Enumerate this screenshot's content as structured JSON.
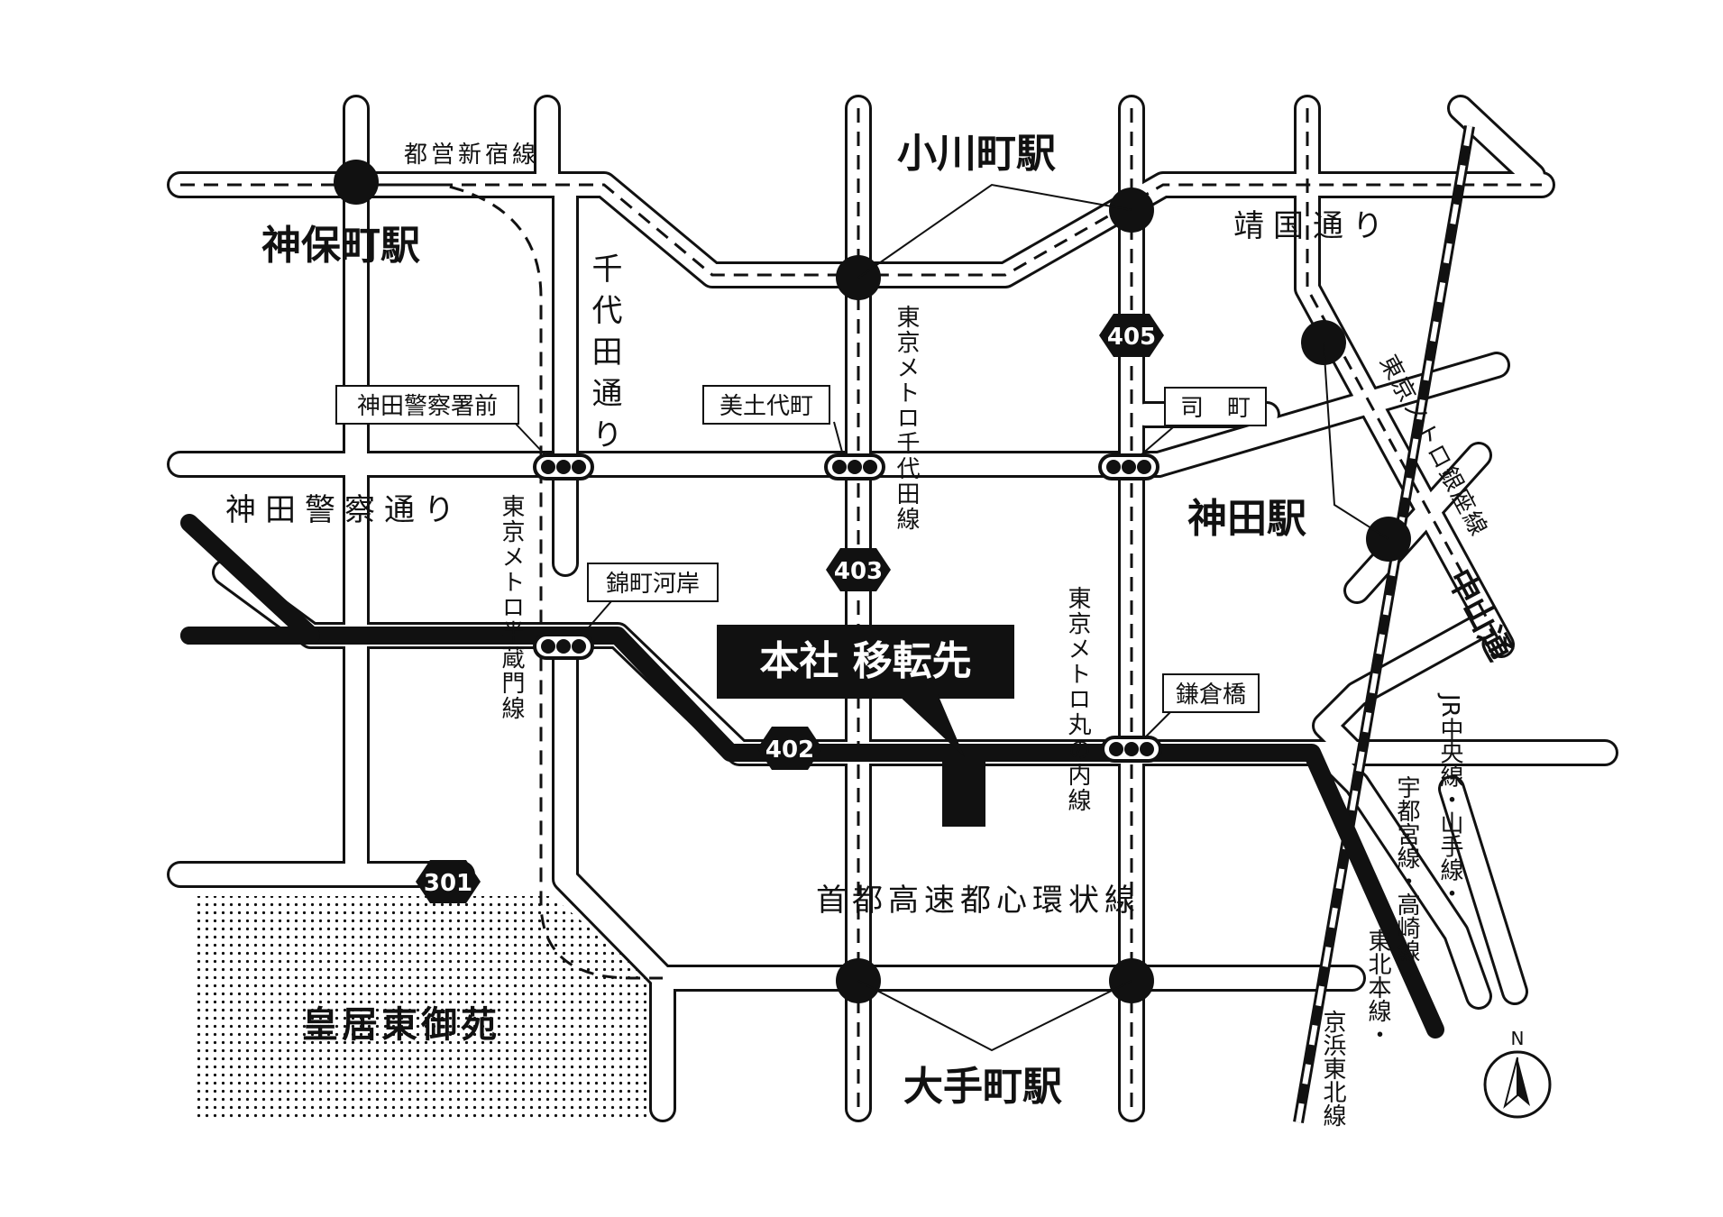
{
  "stations": {
    "jimbocho": "神保町駅",
    "ogawamachi": "小川町駅",
    "kanda": "神田駅",
    "otemachi": "大手町駅"
  },
  "streets": {
    "chiyoda_dori": "千代田通り",
    "yasukuni_dori": "靖国通り",
    "kanda_keisatsu_dori": "神田警察通り",
    "nakayama_dori": "中山通"
  },
  "intersections": {
    "kanda_keisatsusho_mae": "神田警察署前",
    "mitoshiro_cho": "美土代町",
    "tsukasa_cho": "司　町",
    "nishikicho_kashi": "錦町河岸",
    "kamakura_bashi": "鎌倉橋"
  },
  "lines": {
    "toei_shinjuku": "都営新宿線",
    "metro_chiyoda": "東京メトロ千代田線",
    "metro_hanzomon": "東京メトロ半蔵門線",
    "metro_marunouchi": "東京メトロ丸の内線",
    "metro_ginza": "東京メトロ銀座線",
    "jr_lines": [
      "JR中央線・山手線・",
      "宇都宮線・高崎線・",
      "東北本線・",
      "京浜東北線"
    ],
    "shuto_expressway": "首都高速都心環状線"
  },
  "routes": {
    "r405": "405",
    "r403": "403",
    "r402": "402",
    "r301": "301"
  },
  "landmarks": {
    "kokyo_higashi_gyoen": "皇居東御苑"
  },
  "callout": {
    "label": "本社 移転先"
  },
  "compass": {
    "north": "N"
  },
  "colors": {
    "ink": "#111111",
    "paper": "#ffffff"
  }
}
